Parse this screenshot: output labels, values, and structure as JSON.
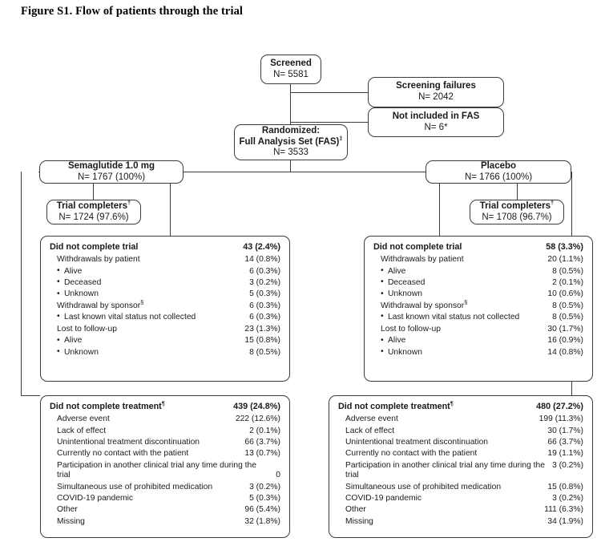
{
  "figure": {
    "title": "Figure S1. Flow of patients through the trial"
  },
  "nodes": {
    "screened": {
      "title": "Screened",
      "n": "N= 5581"
    },
    "screen_failures": {
      "title": "Screening failures",
      "n": "N= 2042"
    },
    "not_in_fas": {
      "title": "Not included in FAS",
      "n": "N= 6*"
    },
    "randomized": {
      "title": "Randomized:",
      "title2": "Full Analysis Set (FAS)",
      "title2_sup": "‡",
      "n": "N= 3533"
    },
    "sema": {
      "title": "Semaglutide 1.0 mg",
      "n": "N= 1767 (100%)"
    },
    "placebo": {
      "title": "Placebo",
      "n": "N= 1766 (100%)"
    },
    "sema_completers": {
      "title": "Trial completers",
      "sup": "†",
      "n": "N= 1724 (97.6%)"
    },
    "placebo_completers": {
      "title": "Trial completers",
      "sup": "†",
      "n": "N= 1708 (96.7%)"
    }
  },
  "panels": {
    "sema_trial": {
      "header": {
        "label": "Did not complete trial",
        "value": "43 (2.4%)"
      },
      "rows": [
        {
          "label": "Withdrawals by patient",
          "value": "14 (0.8%)",
          "level": 1
        },
        {
          "label": "Alive",
          "value": "6 (0.3%)",
          "level": 2
        },
        {
          "label": "Deceased",
          "value": "3 (0.2%)",
          "level": 2
        },
        {
          "label": "Unknown",
          "value": "5 (0.3%)",
          "level": 2
        },
        {
          "label": "Withdrawal by sponsor",
          "sup": "§",
          "value": "6 (0.3%)",
          "level": 1
        },
        {
          "label": "Last known vital status not collected",
          "value": "6 (0.3%)",
          "level": 2,
          "tall": true
        },
        {
          "label": "Lost to follow-up",
          "value": "23 (1.3%)",
          "level": 1
        },
        {
          "label": "Alive",
          "value": "15 (0.8%)",
          "level": 2
        },
        {
          "label": "Unknown",
          "value": "8 (0.5%)",
          "level": 2
        }
      ]
    },
    "placebo_trial": {
      "header": {
        "label": "Did not complete trial",
        "value": "58 (3.3%)"
      },
      "rows": [
        {
          "label": "Withdrawals by patient",
          "value": "20 (1.1%)",
          "level": 1
        },
        {
          "label": "Alive",
          "value": "8 (0.5%)",
          "level": 2
        },
        {
          "label": "Deceased",
          "value": "2 (0.1%)",
          "level": 2
        },
        {
          "label": "Unknown",
          "value": "10 (0.6%)",
          "level": 2
        },
        {
          "label": "Withdrawal by sponsor",
          "sup": "§",
          "value": "8 (0.5%)",
          "level": 1
        },
        {
          "label": "Last known vital status not collected",
          "value": "8 (0.5%)",
          "level": 2,
          "tall": true,
          "valueTop": true
        },
        {
          "label": "Lost to follow-up",
          "value": "30 (1.7%)",
          "level": 1
        },
        {
          "label": "Alive",
          "value": "16 (0.9%)",
          "level": 2
        },
        {
          "label": "Unknown",
          "value": "14 (0.8%)",
          "level": 2
        }
      ]
    },
    "sema_treatment": {
      "header": {
        "label": "Did not complete treatment",
        "sup": "¶",
        "value": "439 (24.8%)"
      },
      "rows": [
        {
          "label": "Adverse event",
          "value": "222 (12.6%)",
          "level": 1
        },
        {
          "label": "Lack of effect",
          "value": "2 (0.1%)",
          "level": 1
        },
        {
          "label": "Unintentional treatment discontinuation",
          "value": "66 (3.7%)",
          "level": 1
        },
        {
          "label": "Currently no contact with the patient",
          "value": "13 (0.7%)",
          "level": 1
        },
        {
          "label": "Participation in another clinical trial any time during the trial",
          "value": "0",
          "level": 1,
          "tall": true
        },
        {
          "label": "Simultaneous use of prohibited medication",
          "value": "3 (0.2%)",
          "level": 1
        },
        {
          "label": "COVID-19 pandemic",
          "value": "5 (0.3%)",
          "level": 1
        },
        {
          "label": "Other",
          "value": "96 (5.4%)",
          "level": 1
        },
        {
          "label": "Missing",
          "value": "32 (1.8%)",
          "level": 1
        }
      ]
    },
    "placebo_treatment": {
      "header": {
        "label": "Did not complete treatment",
        "sup": "¶",
        "value": "480 (27.2%)"
      },
      "rows": [
        {
          "label": "Adverse event",
          "value": "199 (11.3%)",
          "level": 1
        },
        {
          "label": "Lack of effect",
          "value": "30 (1.7%)",
          "level": 1
        },
        {
          "label": "Unintentional treatment discontinuation",
          "value": "66 (3.7%)",
          "level": 1
        },
        {
          "label": "Currently no contact with the patient",
          "value": "19 (1.1%)",
          "level": 1
        },
        {
          "label": "Participation in another clinical trial any time during the trial",
          "value": "3 (0.2%)",
          "level": 1,
          "tall": true,
          "valueTop": true
        },
        {
          "label": "Simultaneous use of prohibited medication",
          "value": "15 (0.8%)",
          "level": 1
        },
        {
          "label": "COVID-19 pandemic",
          "value": "3 (0.2%)",
          "level": 1
        },
        {
          "label": "Other",
          "value": "111 (6.3%)",
          "level": 1
        },
        {
          "label": "Missing",
          "value": "34 (1.9%)",
          "level": 1
        }
      ]
    }
  },
  "colors": {
    "line": "#3c3c3c",
    "text": "#1a1a1a",
    "background": "#ffffff"
  }
}
